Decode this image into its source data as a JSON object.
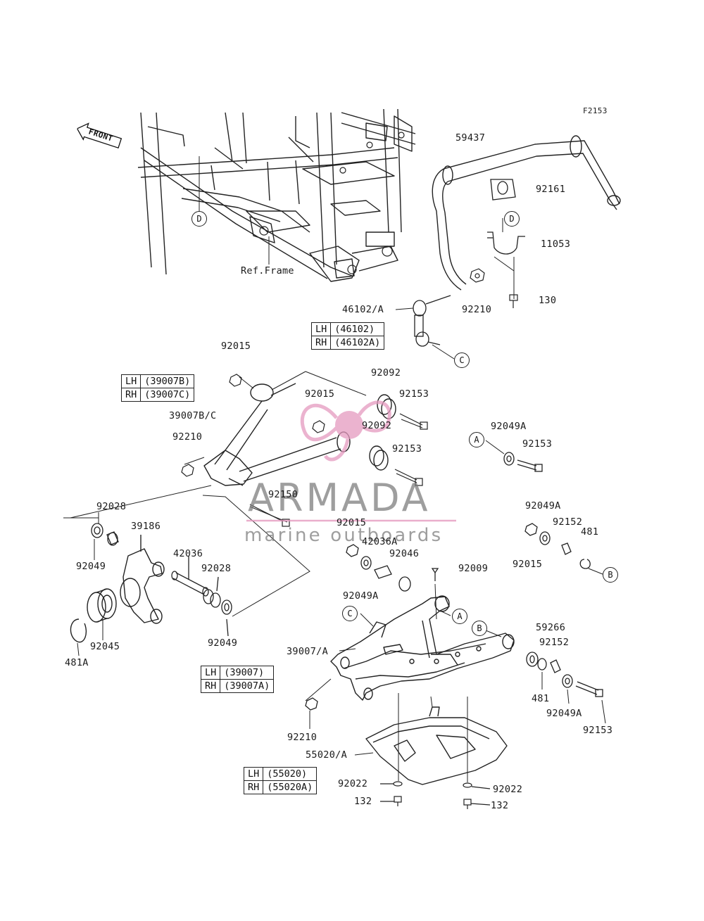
{
  "figure_code": "F2153",
  "front_tag": "FRONT",
  "ref_frame": "Ref.Frame",
  "watermark": {
    "name": "ARMADA",
    "tagline": "marine outboards",
    "color": "#e59ac0"
  },
  "callouts": {
    "a": "A",
    "b": "B",
    "c": "C",
    "d": "D"
  },
  "parts": {
    "p59437": "59437",
    "p92161": "92161",
    "p11053": "11053",
    "p130": "130",
    "p92210_top": "92210",
    "p46102": "46102/A",
    "p92015_top": "92015",
    "p39007bc": "39007B/C",
    "p92092_a": "92092",
    "p92153_a": "92153",
    "p92015_mid": "92015",
    "p92092_b": "92092",
    "p92153_b": "92153",
    "p92210_mid": "92210",
    "p92049a_r1": "92049A",
    "p92153_r1": "92153",
    "p92150": "92150",
    "p92049a_r2": "92049A",
    "p92152_r": "92152",
    "p481_r": "481",
    "p92015_r": "92015",
    "p92028_l": "92028",
    "p39186": "39186",
    "p92049_l": "92049",
    "p42036": "42036",
    "p92028_m": "92028",
    "p92015_low": "92015",
    "p42036a": "42036A",
    "p92046": "92046",
    "p92009": "92009",
    "p92049a_low": "92049A",
    "p92049_m": "92049",
    "p92045": "92045",
    "p481a": "481A",
    "p39007a": "39007/A",
    "p59266": "59266",
    "p92152_b": "92152",
    "p481_b": "481",
    "p92049a_b": "92049A",
    "p92153_b2": "92153",
    "p92210_low": "92210",
    "p55020": "55020/A",
    "p92022_l": "92022",
    "p132_l": "132",
    "p92022_r": "92022",
    "p132_r": "132"
  },
  "lr_tables": {
    "t46102": {
      "lh_side": "LH",
      "lh_part": "(46102)",
      "rh_side": "RH",
      "rh_part": "(46102A)"
    },
    "t39007bc": {
      "lh_side": "LH",
      "lh_part": "(39007B)",
      "rh_side": "RH",
      "rh_part": "(39007C)"
    },
    "t39007": {
      "lh_side": "LH",
      "lh_part": "(39007)",
      "rh_side": "RH",
      "rh_part": "(39007A)"
    },
    "t55020": {
      "lh_side": "LH",
      "lh_part": "(55020)",
      "rh_side": "RH",
      "rh_part": "(55020A)"
    }
  }
}
